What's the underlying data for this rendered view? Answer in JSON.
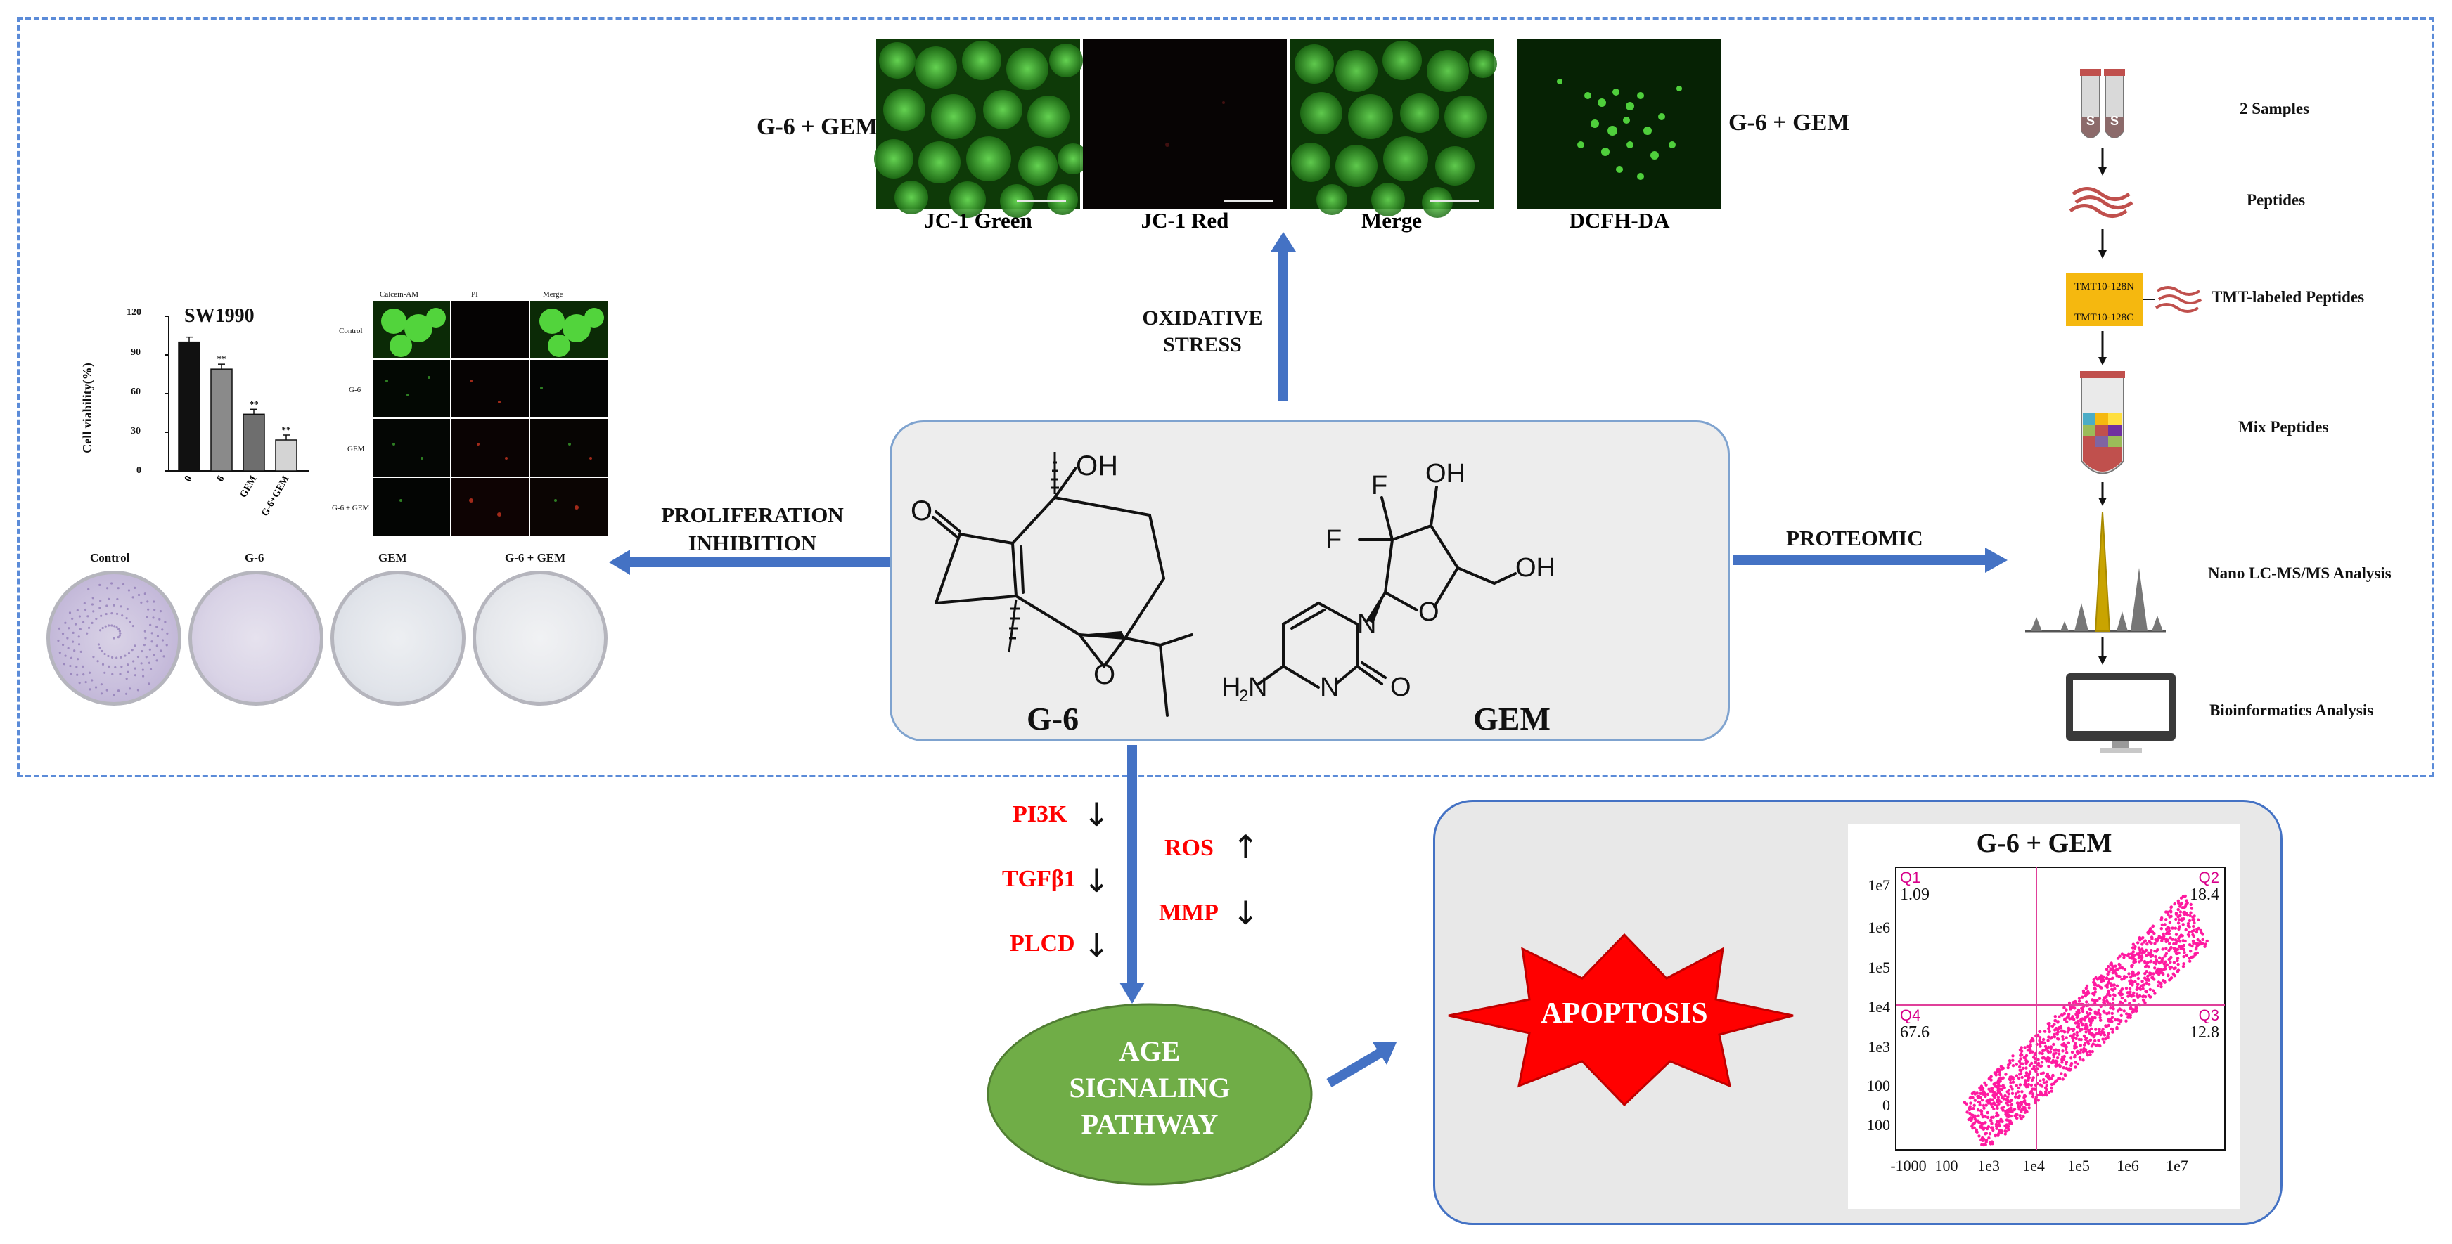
{
  "top_microscopy": {
    "left_condition": "G-6 + GEM",
    "right_condition": "G-6 + GEM",
    "panels": [
      "JC-1 Green",
      "JC-1 Red",
      "Merge",
      "DCFH-DA"
    ]
  },
  "arrows": {
    "oxidative_stress": "OXIDATIVE STRESS",
    "proliferation_line1": "PROLIFERATION",
    "proliferation_line2": "INHIBITION",
    "proteomic": "PROTEOMIC"
  },
  "center": {
    "compound1": "G-6",
    "compound2": "GEM"
  },
  "bar_chart": {
    "title": "SW1990",
    "ylabel": "Cell viability(%)",
    "yticks": [
      "120",
      "90",
      "60",
      "30",
      "0"
    ],
    "sig": "**",
    "chart_data": {
      "type": "bar",
      "title": "SW1990",
      "categories": [
        "0",
        "6",
        "GEM",
        "G-6+GEM"
      ],
      "values": [
        100,
        79,
        44,
        24
      ],
      "ylabel": "Cell viability(%)",
      "ylim": [
        0,
        120
      ],
      "colors": [
        "#111111",
        "#8a8a8a",
        "#6e6e6e",
        "#d4d4d4"
      ]
    }
  },
  "stain_grid": {
    "headers": [
      "Calcein-AM",
      "PI",
      "Merge"
    ],
    "rows": [
      "Control",
      "G-6",
      "GEM",
      "G-6 + GEM"
    ]
  },
  "colony": {
    "labels": [
      "Control",
      "G-6",
      "GEM",
      "G-6 + GEM"
    ]
  },
  "proteomics": {
    "steps": [
      "2 Samples",
      "Peptides",
      "TMT-labeled Peptides",
      "Mix Peptides",
      "Nano LC-MS/MS Analysis",
      "Bioinformatics Analysis"
    ],
    "tmt_labels": [
      "TMT10-128N",
      "TMT10-128C"
    ],
    "tube_letter": "S"
  },
  "markers_left": [
    "PI3K",
    "TGFβ1",
    "PLCD"
  ],
  "markers_right": [
    "ROS",
    "MMP"
  ],
  "arrow_down": "↓",
  "arrow_up": "↑",
  "age_pathway": [
    "AGE",
    "SIGNALING",
    "PATHWAY"
  ],
  "apoptosis": "APOPTOSIS",
  "flow": {
    "title": "G-6 + GEM",
    "quadrants": [
      {
        "name": "Q1",
        "value": "1.09"
      },
      {
        "name": "Q2",
        "value": "18.4"
      },
      {
        "name": "Q3",
        "value": "12.8"
      },
      {
        "name": "Q4",
        "value": "67.6"
      }
    ],
    "yticks": [
      "1e7",
      "1e6",
      "1e5",
      "1e4",
      "1e3",
      "100",
      "0",
      "100"
    ],
    "xticks": [
      "-1000",
      "100",
      "1e3",
      "1e4",
      "1e5",
      "1e6",
      "1e7"
    ],
    "colors": {
      "dots": "#ff1aa0",
      "gate": "#e0409a",
      "label": "#d8008a"
    }
  }
}
